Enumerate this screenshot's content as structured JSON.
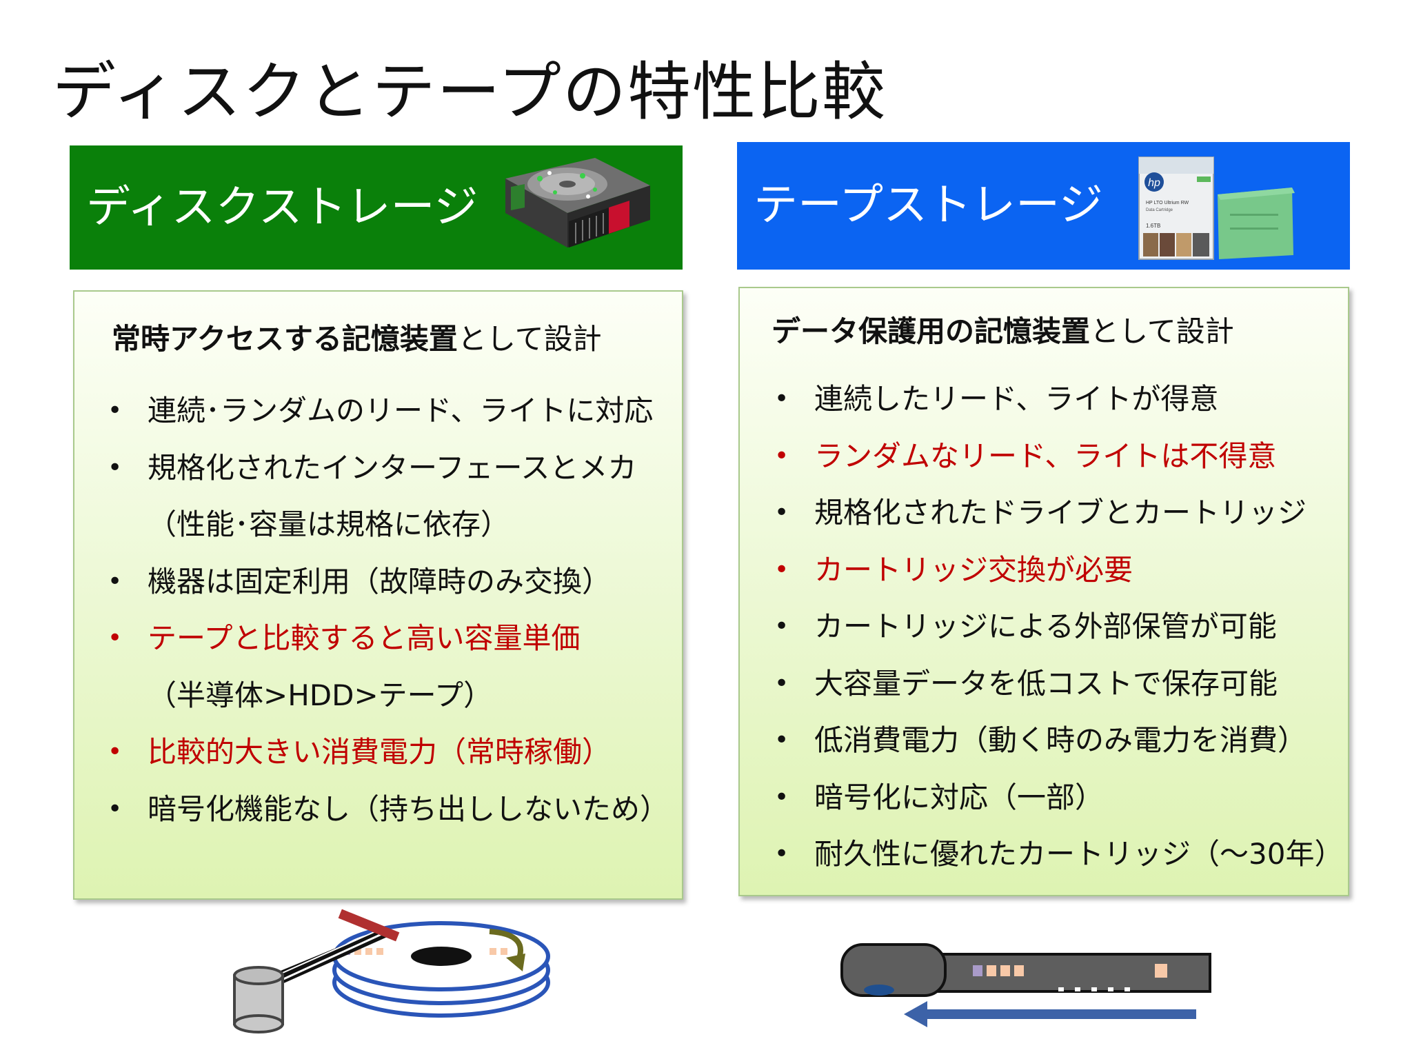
{
  "title": "ディスクとテープの特性比較",
  "disk": {
    "header": "ディスクストレージ",
    "lead_bold": "常時アクセスする記憶装置",
    "lead_rest": "として設計",
    "items": [
      {
        "text": "連続･ランダムのリード、ライトに対応",
        "red": false,
        "bullet": "•"
      },
      {
        "text": "規格化されたインターフェースとメカ",
        "red": false,
        "bullet": "•"
      },
      {
        "text": "（性能･容量は規格に依存）",
        "red": false,
        "bullet": ""
      },
      {
        "text": "機器は固定利用（故障時のみ交換）",
        "red": false,
        "bullet": "•"
      },
      {
        "text": "テープと比較すると高い容量単価",
        "red": true,
        "bullet": "•"
      },
      {
        "text": "（半導体>HDD>テープ）",
        "red": false,
        "bullet": ""
      },
      {
        "text": "比較的大きい消費電力（常時稼働）",
        "red": true,
        "bullet": "•"
      },
      {
        "text": "暗号化機能なし（持ち出ししないため）",
        "red": false,
        "bullet": "•"
      }
    ]
  },
  "tape": {
    "header": "テープストレージ",
    "lead_bold": "データ保護用の記憶装置",
    "lead_rest": "として設計",
    "items": [
      {
        "text": "連続したリード、ライトが得意",
        "red": false,
        "bullet": "•"
      },
      {
        "text": "ランダムなリード、ライトは不得意",
        "red": true,
        "bullet": "•"
      },
      {
        "text": "規格化されたドライブとカートリッジ",
        "red": false,
        "bullet": "•"
      },
      {
        "text": "カートリッジ交換が必要",
        "red": true,
        "bullet": "•"
      },
      {
        "text": "カートリッジによる外部保管が可能",
        "red": false,
        "bullet": "•"
      },
      {
        "text": "大容量データを低コストで保存可能",
        "red": false,
        "bullet": "•"
      },
      {
        "text": "低消費電力（動く時のみ電力を消費）",
        "red": false,
        "bullet": "•"
      },
      {
        "text": "暗号化に対応（一部）",
        "red": false,
        "bullet": "•"
      },
      {
        "text": "耐久性に優れたカートリッジ（～30年）",
        "red": false,
        "bullet": "•"
      }
    ]
  },
  "colors": {
    "disk_header": "#0a800a",
    "tape_header": "#0b64f2",
    "emphasis_red": "#c00000",
    "panel_green": "#def3b2"
  },
  "icons": {
    "disk_header_image": "hard-disk-drive-photo",
    "tape_header_image": "lto-tape-cartridge-photo",
    "disk_diagram": "disk-platter-diagram-icon",
    "tape_diagram": "tape-reel-diagram-icon"
  },
  "tape_label": {
    "brand": "hp",
    "line1": "HP LTO Ultrium RW",
    "line2": "Data Cartridge",
    "capacity": "1.6TB"
  }
}
